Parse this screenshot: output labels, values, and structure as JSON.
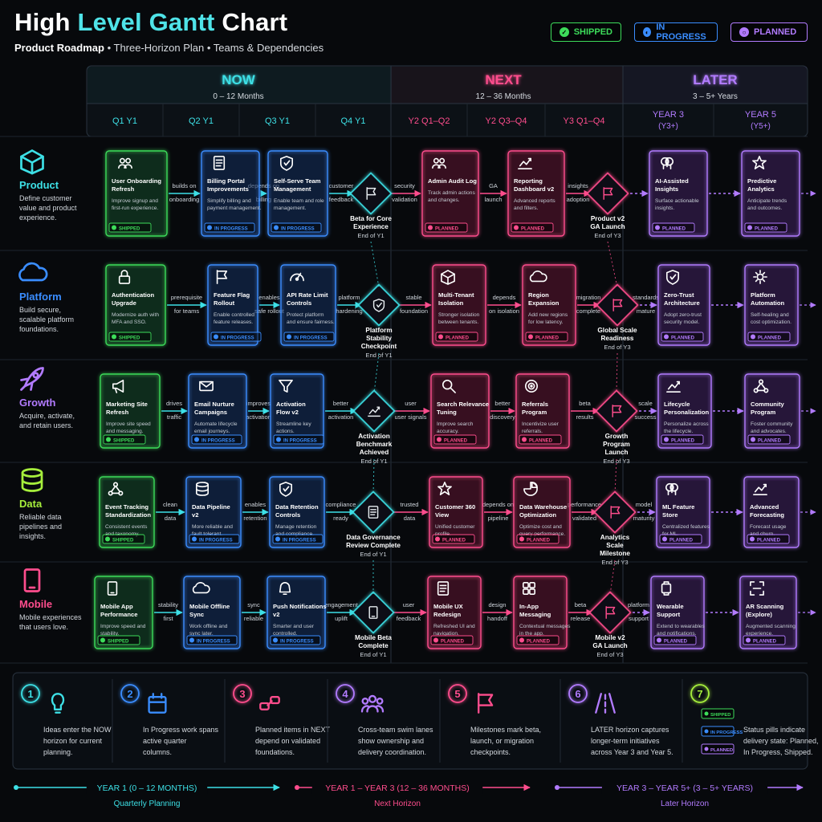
{
  "header": {
    "title_a": "High ",
    "title_b": "Level Gantt",
    "title_c": " Chart",
    "subtitle_a": "Product Roadmap",
    "subtitle_b": " • Three-Horizon Plan • Teams & Dependencies"
  },
  "legend_pills": [
    {
      "label": "SHIPPED",
      "color": "#3ddc5a",
      "icon": "check-icon"
    },
    {
      "label": "IN PROGRESS",
      "color": "#3a8dff",
      "icon": "progress-icon"
    },
    {
      "label": "PLANNED",
      "color": "#b27bff",
      "icon": "circle-icon"
    }
  ],
  "horizons": [
    {
      "name": "NOW",
      "range": "0 – 12 Months",
      "color": "#3de0e6"
    },
    {
      "name": "NEXT",
      "range": "12 – 36 Months",
      "color": "#ff4d8d"
    },
    {
      "name": "LATER",
      "range": "3 – 5+ Years",
      "color": "#b27bff"
    }
  ],
  "columns": [
    {
      "label": "Q1  Y1",
      "sub": ""
    },
    {
      "label": "Q2  Y1",
      "sub": ""
    },
    {
      "label": "Q3  Y1",
      "sub": ""
    },
    {
      "label": "Q4  Y1",
      "sub": ""
    },
    {
      "label": "Y2 Q1–Q2",
      "sub": ""
    },
    {
      "label": "Y2 Q3–Q4",
      "sub": ""
    },
    {
      "label": "Y3 Q1–Q4",
      "sub": ""
    },
    {
      "label": "YEAR 3",
      "sub": "(Y3+)"
    },
    {
      "label": "YEAR 5",
      "sub": "(Y5+)"
    }
  ],
  "status_labels": {
    "shipped": "SHIPPED",
    "progress": "IN PROGRESS",
    "planned": "PLANNED"
  },
  "lanes": [
    {
      "name": "Product",
      "desc": [
        "Define customer",
        "value and product",
        "experience."
      ],
      "color": "#3de0e6",
      "icon": "cube-icon",
      "tasks": [
        {
          "title": [
            "User Onboarding",
            "Refresh"
          ],
          "desc": [
            "Improve signup and",
            "first-run experience."
          ],
          "status": "shipped",
          "icon": "users-icon"
        },
        {
          "title": [
            "Billing Portal",
            "Improvements"
          ],
          "desc": [
            "Simplify billing and",
            "payment management."
          ],
          "status": "progress",
          "icon": "document-icon"
        },
        {
          "title": [
            "Self-Serve Team",
            "Management"
          ],
          "desc": [
            "Enable team and role",
            "management."
          ],
          "status": "progress",
          "icon": "shield-icon"
        },
        {
          "title": [
            "Admin Audit Log"
          ],
          "desc": [
            "Track admin actions",
            "and changes."
          ],
          "status": "planned",
          "icon": "users-icon"
        },
        {
          "title": [
            "Reporting",
            "Dashboard v2"
          ],
          "desc": [
            "Advanced reports",
            "and filters."
          ],
          "status": "planned",
          "icon": "chart-icon"
        },
        {
          "title": [
            "AI-Assisted",
            "Insights"
          ],
          "desc": [
            "Surface actionable",
            "insights."
          ],
          "status": "planned",
          "icon": "brain-icon"
        },
        {
          "title": [
            "Predictive",
            "Analytics"
          ],
          "desc": [
            "Anticipate trends",
            "and outcomes."
          ],
          "status": "planned",
          "icon": "star-icon"
        }
      ],
      "connectors": [
        [
          "builds on",
          "onboarding"
        ],
        [
          "depends on",
          "billing"
        ],
        [
          "customer",
          "feedback"
        ],
        [
          "security",
          "validation"
        ],
        [
          "GA",
          "launch"
        ],
        [
          "insights",
          "adoption"
        ]
      ],
      "milestones": [
        {
          "title": [
            "Beta for Core",
            "Experience"
          ],
          "sub": "End of Y1",
          "icon": "flag-icon"
        },
        {
          "title": [
            "Product v2",
            "GA Launch"
          ],
          "sub": "End of Y3",
          "icon": "flag-icon"
        }
      ]
    },
    {
      "name": "Platform",
      "desc": [
        "Build secure,",
        "scalable platform",
        "foundations."
      ],
      "color": "#3a8dff",
      "icon": "cloud-icon",
      "tasks": [
        {
          "title": [
            "Authentication",
            "Upgrade"
          ],
          "desc": [
            "Modernize auth with",
            "MFA and SSO."
          ],
          "status": "shipped",
          "icon": "lock-icon"
        },
        {
          "title": [
            "Feature Flag",
            "Rollout"
          ],
          "desc": [
            "Enable controlled",
            "feature releases."
          ],
          "status": "progress",
          "icon": "flag-icon"
        },
        {
          "title": [
            "API Rate Limit",
            "Controls"
          ],
          "desc": [
            "Protect platform",
            "and ensure fairness."
          ],
          "status": "progress",
          "icon": "gauge-icon"
        },
        {
          "title": [
            "Multi-Tenant",
            "Isolation"
          ],
          "desc": [
            "Stronger isolation",
            "between tenants."
          ],
          "status": "planned",
          "icon": "cube-icon"
        },
        {
          "title": [
            "Region",
            "Expansion"
          ],
          "desc": [
            "Add new regions",
            "for low latency."
          ],
          "status": "planned",
          "icon": "cloud-icon"
        },
        {
          "title": [
            "Zero-Trust",
            "Architecture"
          ],
          "desc": [
            "Adopt zero-trust",
            "security model."
          ],
          "status": "planned",
          "icon": "shield-icon"
        },
        {
          "title": [
            "Platform",
            "Automation"
          ],
          "desc": [
            "Self-healing and",
            "cost optimization."
          ],
          "status": "planned",
          "icon": "gear-icon"
        }
      ],
      "connectors": [
        [
          "prerequisite",
          "for teams"
        ],
        [
          "enables",
          "safe rollout"
        ],
        [
          "platform",
          "hardening"
        ],
        [
          "stable",
          "foundation"
        ],
        [
          "depends",
          "on isolation"
        ],
        [
          "migration",
          "complete"
        ],
        [
          "standards",
          "mature"
        ]
      ],
      "milestones": [
        {
          "title": [
            "Platform",
            "Stability",
            "Checkpoint"
          ],
          "sub": "End of Y1",
          "icon": "shield-icon"
        },
        {
          "title": [
            "Global Scale",
            "Readiness"
          ],
          "sub": "End of Y3",
          "icon": "flag-icon"
        }
      ]
    },
    {
      "name": "Growth",
      "desc": [
        "Acquire, activate,",
        "and retain users."
      ],
      "color": "#b27bff",
      "icon": "rocket-icon",
      "tasks": [
        {
          "title": [
            "Marketing Site",
            "Refresh"
          ],
          "desc": [
            "Improve site speed",
            "and messaging."
          ],
          "status": "shipped",
          "icon": "megaphone-icon"
        },
        {
          "title": [
            "Email Nurture",
            "Campaigns"
          ],
          "desc": [
            "Automate lifecycle",
            "email journeys."
          ],
          "status": "progress",
          "icon": "mail-icon"
        },
        {
          "title": [
            "Activation",
            "Flow v2"
          ],
          "desc": [
            "Streamline key",
            "actions."
          ],
          "status": "progress",
          "icon": "funnel-icon"
        },
        {
          "title": [
            "Search Relevance",
            "Tuning"
          ],
          "desc": [
            "Improve search",
            "accuracy."
          ],
          "status": "planned",
          "icon": "search-icon"
        },
        {
          "title": [
            "Referrals",
            "Program"
          ],
          "desc": [
            "Incentivize user",
            "referrals."
          ],
          "status": "planned",
          "icon": "target-icon"
        },
        {
          "title": [
            "Lifecycle",
            "Personalization"
          ],
          "desc": [
            "Personalize across",
            "the lifecycle."
          ],
          "status": "planned",
          "icon": "chart-icon"
        },
        {
          "title": [
            "Community",
            "Program"
          ],
          "desc": [
            "Foster community",
            "and advocates."
          ],
          "status": "planned",
          "icon": "network-icon"
        }
      ],
      "connectors": [
        [
          "drives",
          "traffic"
        ],
        [
          "improves",
          "activation"
        ],
        [
          "better",
          "activation"
        ],
        [
          "user",
          "user signals"
        ],
        [
          "better",
          "discovery"
        ],
        [
          "beta",
          "results"
        ],
        [
          "scale",
          "success"
        ]
      ],
      "milestones": [
        {
          "title": [
            "Activation",
            "Benchmark",
            "Achieved"
          ],
          "sub": "End of Y1",
          "icon": "chart-icon"
        },
        {
          "title": [
            "Growth",
            "Program",
            "Launch"
          ],
          "sub": "End of Y3",
          "icon": "flag-icon"
        }
      ]
    },
    {
      "name": "Data",
      "desc": [
        "Reliable data",
        "pipelines and",
        "insights."
      ],
      "color": "#a6ee3c",
      "icon": "database-icon",
      "tasks": [
        {
          "title": [
            "Event Tracking",
            "Standardization"
          ],
          "desc": [
            "Consistent events",
            "and taxonomy."
          ],
          "status": "shipped",
          "icon": "network-icon"
        },
        {
          "title": [
            "Data Pipeline",
            "v2"
          ],
          "desc": [
            "More reliable and",
            "fault tolerant."
          ],
          "status": "progress",
          "icon": "database-icon"
        },
        {
          "title": [
            "Data Retention",
            "Controls"
          ],
          "desc": [
            "Manage retention",
            "and compliance."
          ],
          "status": "progress",
          "icon": "shield-icon"
        },
        {
          "title": [
            "Customer 360",
            "View"
          ],
          "desc": [
            "Unified customer",
            "profile."
          ],
          "status": "planned",
          "icon": "star-icon"
        },
        {
          "title": [
            "Data Warehouse",
            "Optimization"
          ],
          "desc": [
            "Optimize cost and",
            "query performance."
          ],
          "status": "planned",
          "icon": "pie-icon"
        },
        {
          "title": [
            "ML Feature",
            "Store"
          ],
          "desc": [
            "Centralized features",
            "for ML."
          ],
          "status": "planned",
          "icon": "brain-icon"
        },
        {
          "title": [
            "Advanced",
            "Forecasting"
          ],
          "desc": [
            "Forecast usage",
            "and churn."
          ],
          "status": "planned",
          "icon": "chart-icon"
        }
      ],
      "connectors": [
        [
          "clean",
          "data"
        ],
        [
          "enables",
          "retention"
        ],
        [
          "compliance",
          "ready"
        ],
        [
          "trusted",
          "data"
        ],
        [
          "depends on",
          "pipeline"
        ],
        [
          "performance",
          "validated"
        ],
        [
          "model",
          "maturity"
        ]
      ],
      "milestones": [
        {
          "title": [
            "Data Governance",
            "Review Complete"
          ],
          "sub": "End of Y1",
          "icon": "document-icon"
        },
        {
          "title": [
            "Analytics",
            "Scale",
            "Milestone"
          ],
          "sub": "End of Y3",
          "icon": "flag-icon"
        }
      ]
    },
    {
      "name": "Mobile",
      "desc": [
        "Mobile experiences",
        "that users love."
      ],
      "color": "#ff4d8d",
      "icon": "phone-icon",
      "tasks": [
        {
          "title": [
            "Mobile App",
            "Performance"
          ],
          "desc": [
            "Improve speed and",
            "stability."
          ],
          "status": "shipped",
          "icon": "phone-icon"
        },
        {
          "title": [
            "Mobile Offline",
            "Sync"
          ],
          "desc": [
            "Work offline and",
            "sync later."
          ],
          "status": "progress",
          "icon": "cloud-icon"
        },
        {
          "title": [
            "Push Notifications",
            "v2"
          ],
          "desc": [
            "Smarter and user",
            "controlled."
          ],
          "status": "progress",
          "icon": "bell-icon"
        },
        {
          "title": [
            "Mobile UX",
            "Redesign"
          ],
          "desc": [
            "Refreshed UI and",
            "navigation."
          ],
          "status": "planned",
          "icon": "document-icon"
        },
        {
          "title": [
            "In-App",
            "Messaging"
          ],
          "desc": [
            "Contextual messages",
            "in the app."
          ],
          "status": "planned",
          "icon": "grid-icon"
        },
        {
          "title": [
            "Wearable",
            "Support"
          ],
          "desc": [
            "Extend to wearables",
            "and notifications."
          ],
          "status": "planned",
          "icon": "watch-icon"
        },
        {
          "title": [
            "AR Scanning",
            "(Explore)"
          ],
          "desc": [
            "Augmented scanning",
            "experience."
          ],
          "status": "planned",
          "icon": "scan-icon"
        }
      ],
      "connectors": [
        [
          "stability",
          "first"
        ],
        [
          "sync",
          "reliable"
        ],
        [
          "engagement",
          "uplift"
        ],
        [
          "user",
          "feedback"
        ],
        [
          "design",
          "handoff"
        ],
        [
          "beta",
          "release"
        ],
        [
          "platform",
          "support"
        ]
      ],
      "milestones": [
        {
          "title": [
            "Mobile Beta",
            "Complete"
          ],
          "sub": "End of Y1",
          "icon": "phone-icon"
        },
        {
          "title": [
            "Mobile v2",
            "GA Launch"
          ],
          "sub": "End of Y3",
          "icon": "flag-icon"
        }
      ]
    }
  ],
  "notes": [
    {
      "num": "1",
      "color": "#3de0e6",
      "icon": "lightbulb-icon",
      "text": [
        "Ideas enter the NOW",
        "horizon for current",
        "planning."
      ]
    },
    {
      "num": "2",
      "color": "#3a8dff",
      "icon": "calendar-icon",
      "text": [
        "In Progress work spans",
        "active quarter",
        "columns."
      ]
    },
    {
      "num": "3",
      "color": "#ff4d8d",
      "icon": "link-icon",
      "text": [
        "Planned items in NEXT",
        "depend on validated",
        "foundations."
      ]
    },
    {
      "num": "4",
      "color": "#b27bff",
      "icon": "team-icon",
      "text": [
        "Cross-team swim lanes",
        "show ownership and",
        "delivery coordination."
      ]
    },
    {
      "num": "5",
      "color": "#ff4d8d",
      "icon": "flag-icon",
      "text": [
        "Milestones mark beta,",
        "launch, or migration",
        "checkpoints."
      ]
    },
    {
      "num": "6",
      "color": "#b27bff",
      "icon": "road-icon",
      "text": [
        "LATER horizon captures",
        "longer-term initiatives",
        "across Year 3 and Year 5."
      ]
    },
    {
      "num": "7",
      "color": "#a6ee3c",
      "icon": "pills-icon",
      "text": [
        "Status pills indicate",
        "delivery state: Planned,",
        "In Progress, Shipped."
      ]
    }
  ],
  "timeline": [
    {
      "label": "YEAR 1 (0 – 12 MONTHS)",
      "sub": "Quarterly Planning",
      "color": "#3de0e6"
    },
    {
      "label": "YEAR 1 – YEAR 3 (12 – 36 MONTHS)",
      "sub": "Next Horizon",
      "color": "#ff4d8d"
    },
    {
      "label": "YEAR 3 – YEAR 5+ (3 – 5+ YEARS)",
      "sub": "Later Horizon",
      "color": "#b27bff"
    }
  ]
}
